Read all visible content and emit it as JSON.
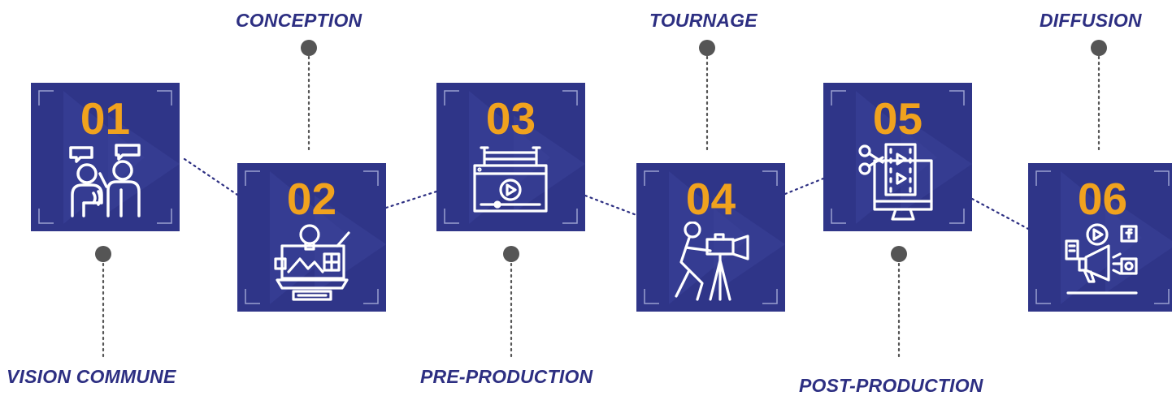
{
  "steps": [
    {
      "number": "01",
      "label": "VISION COMMUNE",
      "icon": "people-discussion-icon"
    },
    {
      "number": "02",
      "label": "CONCEPTION",
      "icon": "design-idea-icon"
    },
    {
      "number": "03",
      "label": "PRE-PRODUCTION",
      "icon": "video-player-icon"
    },
    {
      "number": "04",
      "label": "TOURNAGE",
      "icon": "camera-operator-icon"
    },
    {
      "number": "05",
      "label": "POST-PRODUCTION",
      "icon": "video-editing-icon"
    },
    {
      "number": "06",
      "label": "DIFFUSION",
      "icon": "social-megaphone-icon"
    }
  ],
  "colors": {
    "card": "#2f3588",
    "number": "#f0a21e",
    "label": "#2d2f82",
    "connector": "#2d2f82",
    "pin": "#555555",
    "icon": "#ffffff"
  }
}
